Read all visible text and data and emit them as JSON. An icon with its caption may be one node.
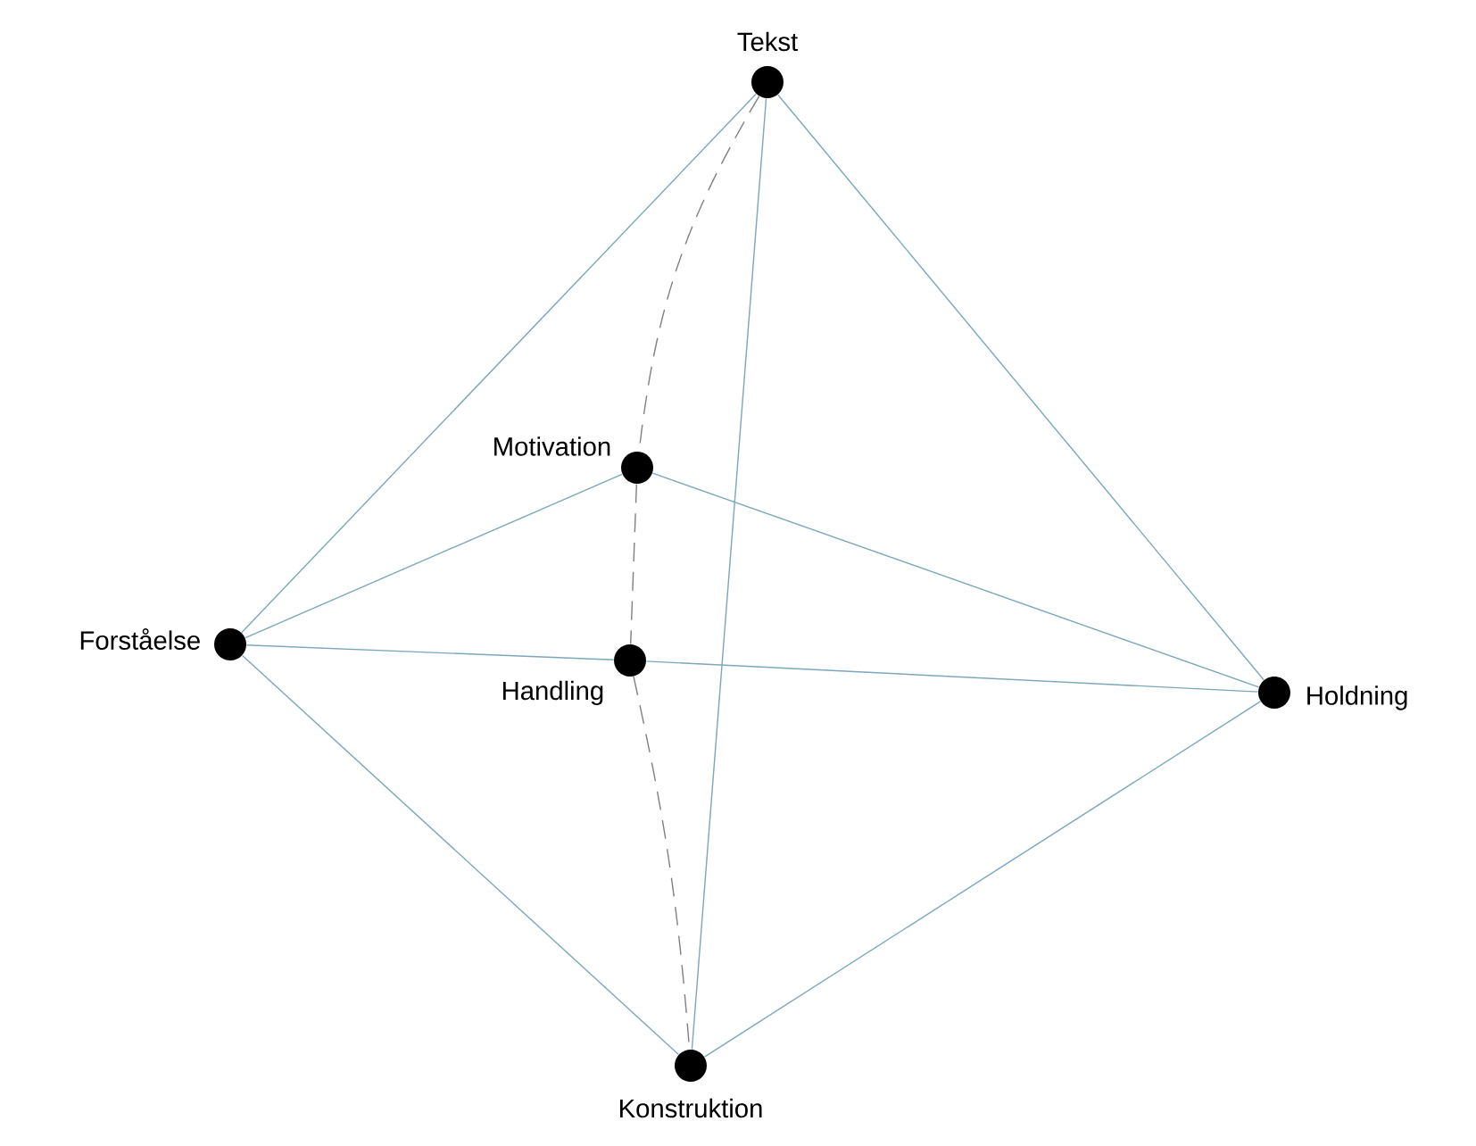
{
  "diagram": {
    "nodes": [
      {
        "text": [],
        "shape": "circle",
        "beside": [
          "Tekst"
        ]
      },
      {
        "text": [],
        "shape": "circle",
        "beside": [
          "Motivation"
        ]
      },
      {
        "text": [],
        "shape": "circle",
        "beside": [
          "Forståelse"
        ]
      },
      {
        "text": [],
        "shape": "circle",
        "beside": [
          "Handling"
        ]
      },
      {
        "text": [],
        "shape": "circle",
        "beside": [
          "Holdning"
        ]
      },
      {
        "text": [],
        "shape": "circle",
        "beside": [
          "Konstruktion"
        ]
      }
    ],
    "edges": [
      {
        "from": 0,
        "to": 2,
        "arrow": "none"
      },
      {
        "from": 0,
        "to": 5,
        "arrow": "none"
      },
      {
        "from": 0,
        "to": 4,
        "arrow": "none"
      },
      {
        "from": 0,
        "to": 1,
        "arrow": "none",
        "style": "dashed",
        "color": "#808080"
      },
      {
        "from": 1,
        "to": 3,
        "arrow": "none",
        "style": "dashed",
        "color": "#808080"
      },
      {
        "from": 3,
        "to": 5,
        "arrow": "none",
        "style": "dashed",
        "color": "#808080"
      },
      {
        "from": 2,
        "to": 1,
        "arrow": "none"
      },
      {
        "from": 1,
        "to": 4,
        "arrow": "none"
      },
      {
        "from": 2,
        "to": 3,
        "arrow": "none"
      },
      {
        "from": 3,
        "to": 4,
        "arrow": "none"
      },
      {
        "from": 2,
        "to": 5,
        "arrow": "none"
      },
      {
        "from": 5,
        "to": 4,
        "arrow": "none"
      }
    ]
  }
}
